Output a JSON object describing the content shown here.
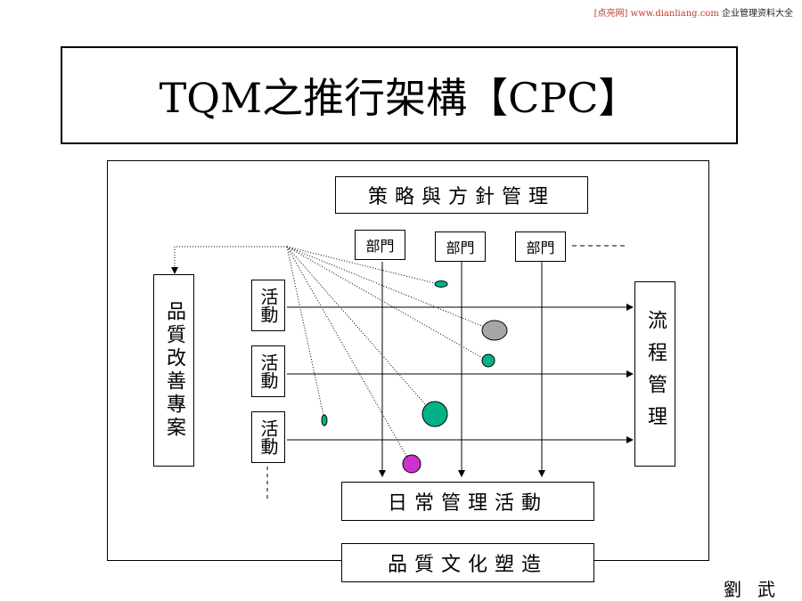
{
  "header": {
    "bracket_text": "[点亮网]",
    "url": "www.dianliang.com",
    "suffix": "企业管理资料大全"
  },
  "title": "TQM之推行架構【CPC】",
  "diagram": {
    "top_label": "策略與方針管理",
    "departments": [
      "部門",
      "部門",
      "部門"
    ],
    "left_label": "品質改善專案",
    "activities": [
      "活動",
      "活動",
      "活動"
    ],
    "right_label": "流程管理",
    "bottom_label": "日常管理活動",
    "foundation_label": "品質文化塑造",
    "colors": {
      "teal": "#00b386",
      "gray": "#a6a6a6",
      "magenta": "#cc33cc"
    }
  },
  "author": "劉武"
}
